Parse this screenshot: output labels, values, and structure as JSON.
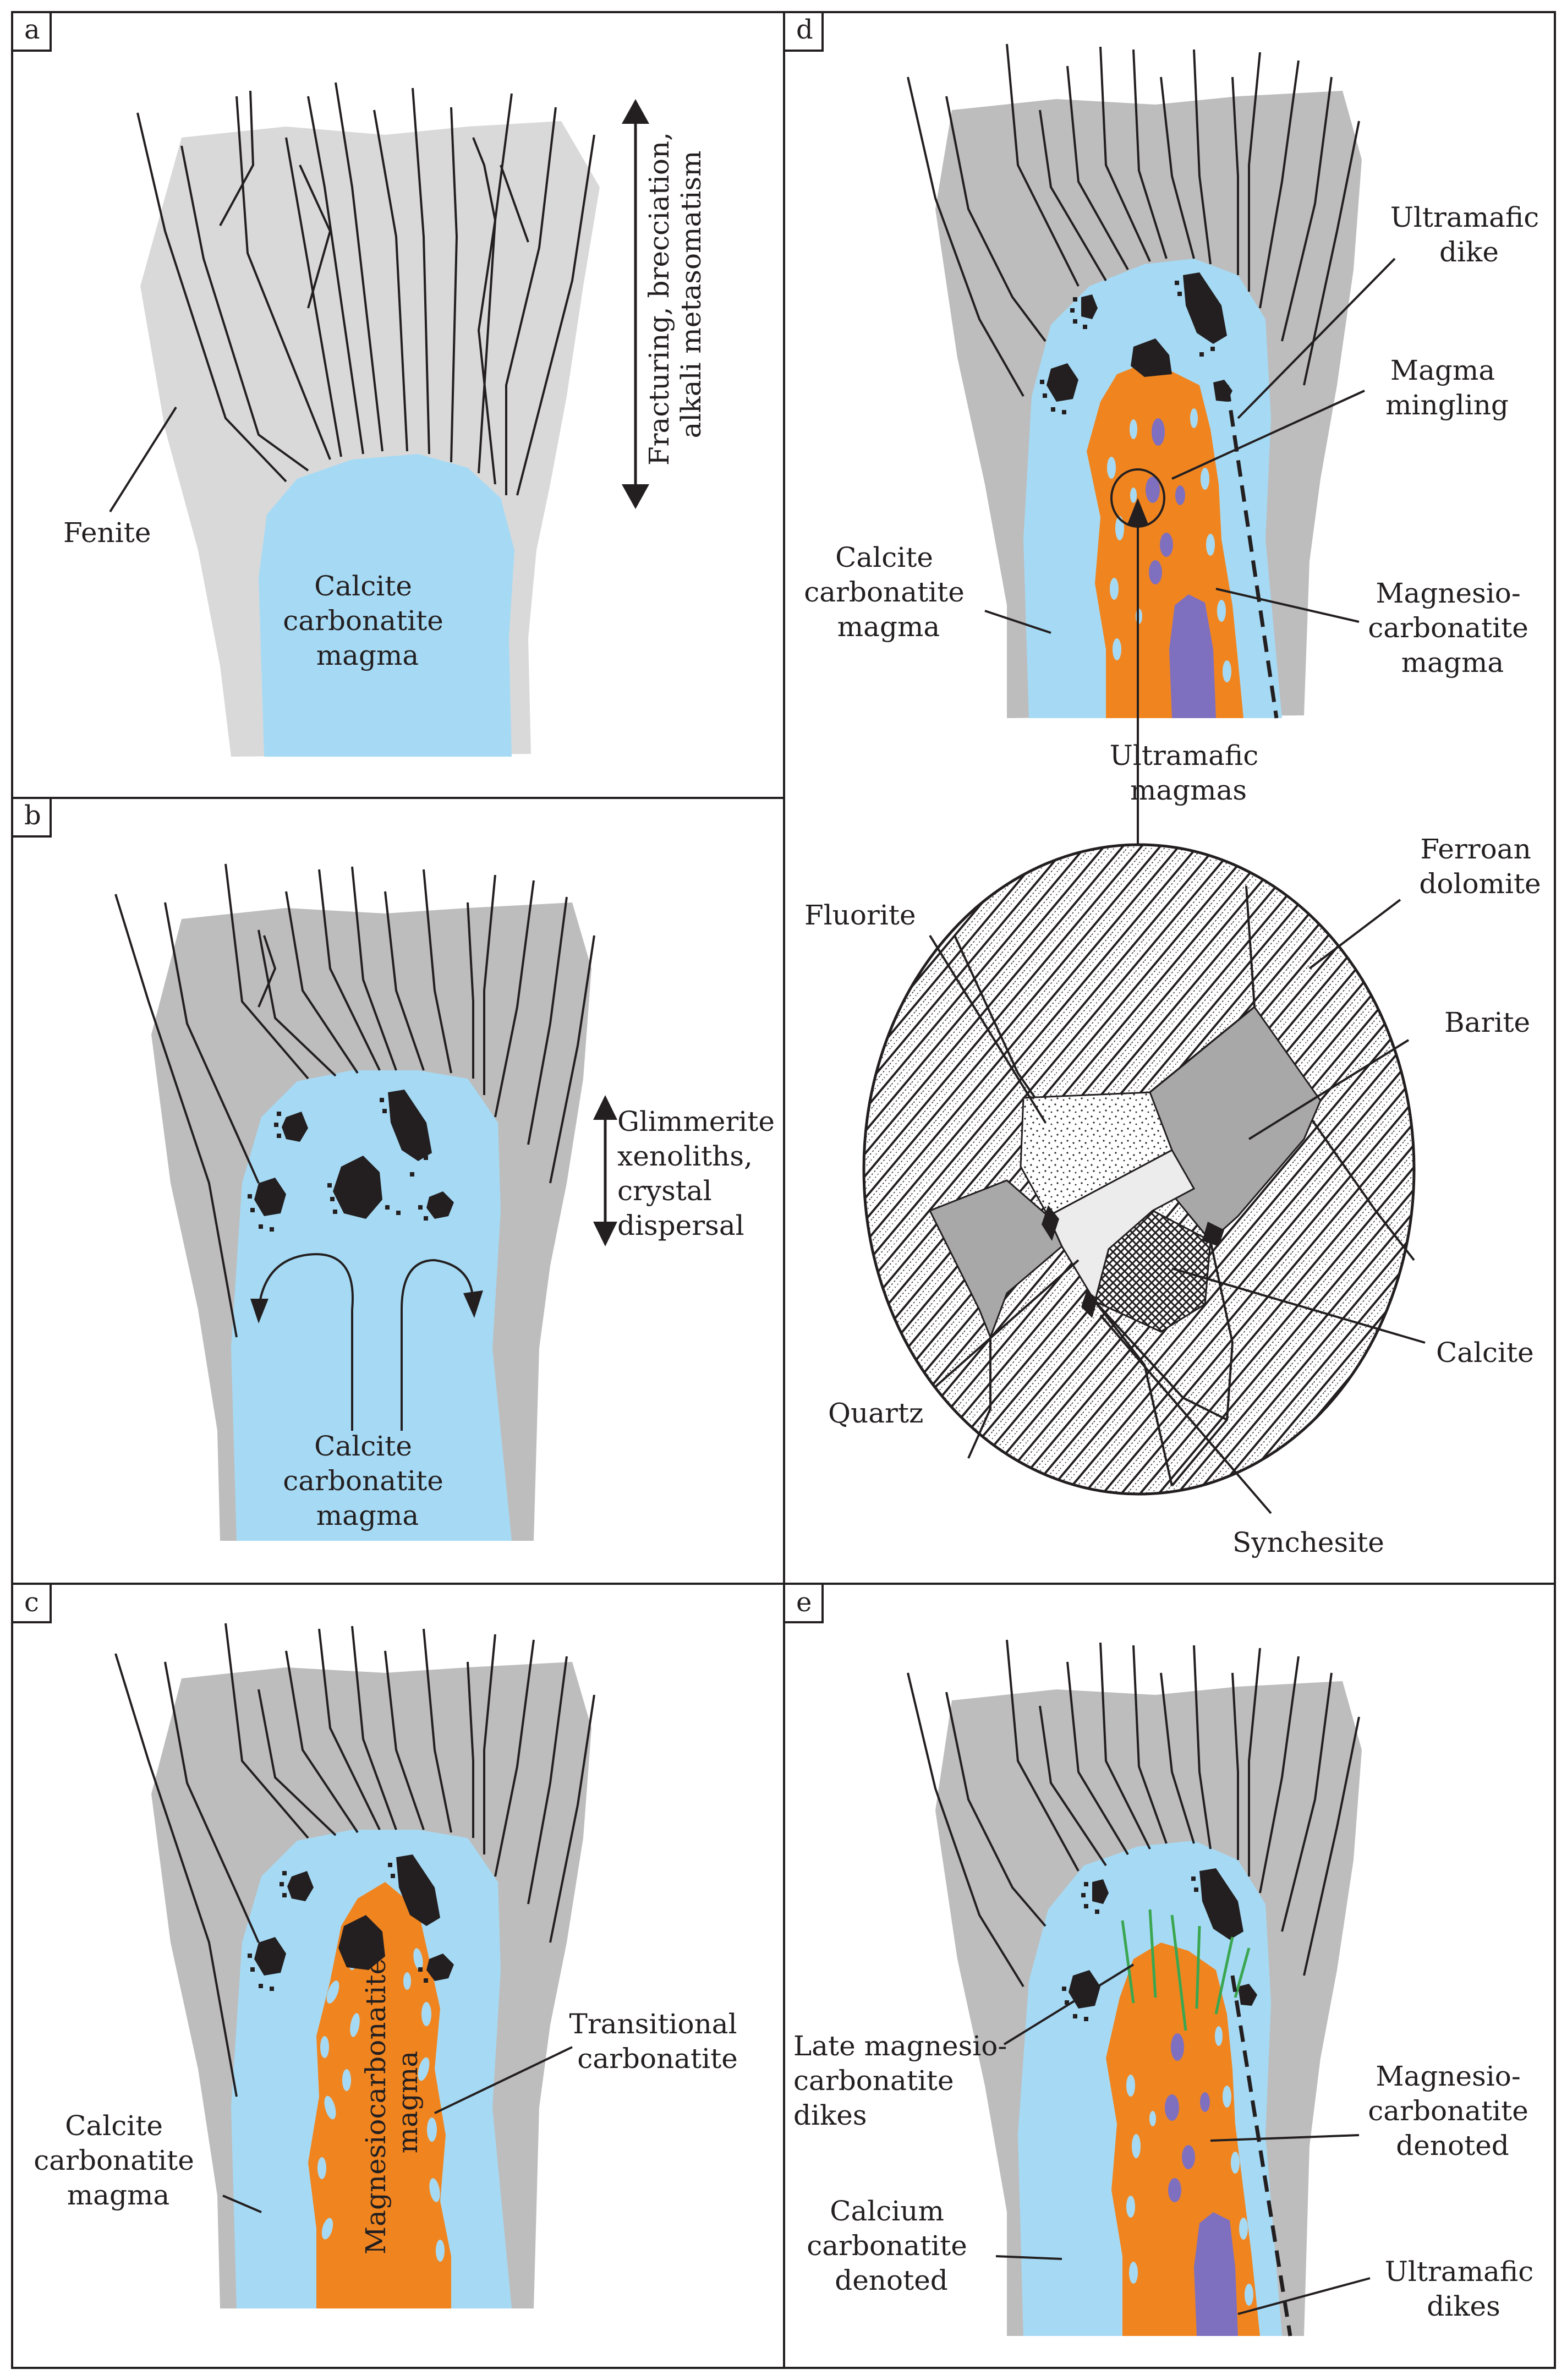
{
  "colors": {
    "fenite": "#d9d9d9",
    "fenite_dark": "#bdbdbd",
    "calcite_magma": "#a6daf4",
    "magnesio_magma": "#f08520",
    "ultramafic": "#7f6fbf",
    "xenolith": "#231f20",
    "late_dikes": "#3aa650"
  },
  "panels": {
    "a": {
      "letter": "a",
      "fenite": "Fenite",
      "magma": [
        "Calcite",
        "carbonatite",
        "magma"
      ],
      "process": [
        "Fracturing, brecciation,",
        "alkali metasomatism"
      ]
    },
    "b": {
      "letter": "b",
      "magma": [
        "Calcite",
        "carbonatite",
        "magma"
      ],
      "process": [
        "Glimmerite",
        "xenoliths,",
        "crystal",
        "dispersal"
      ]
    },
    "c": {
      "letter": "c",
      "calcite_magma": [
        "Calcite",
        "carbonatite",
        "magma"
      ],
      "magnesio_magma": [
        "Magnesiocarbonatite",
        "magma"
      ],
      "transitional": [
        "Transitional",
        "carbonatite"
      ]
    },
    "d": {
      "letter": "d",
      "ultramafic_dike": [
        "Ultramafic",
        "dike"
      ],
      "mingling": [
        "Magma",
        "mingling"
      ],
      "calcite_magma": [
        "Calcite",
        "carbonatite",
        "magma"
      ],
      "magnesio_magma": [
        "Magnesio-",
        "carbonatite",
        "magma"
      ],
      "ultramafic_magmas": [
        "Ultramafic",
        "magmas"
      ],
      "ferroan_dolomite": [
        "Ferroan",
        "dolomite"
      ],
      "fluorite": "Fluorite",
      "barite": "Barite",
      "calcite": "Calcite",
      "quartz": "Quartz",
      "synchesite": "Synchesite"
    },
    "e": {
      "letter": "e",
      "late_dikes": [
        "Late magnesio-",
        "carbonatite",
        "dikes"
      ],
      "magnesio_denoted": [
        "Magnesio-",
        "carbonatite",
        "denoted"
      ],
      "calcium_denoted": [
        "Calcium",
        "carbonatite",
        "denoted"
      ],
      "ultramafic_dikes": [
        "Ultramafic",
        "dikes"
      ]
    }
  }
}
